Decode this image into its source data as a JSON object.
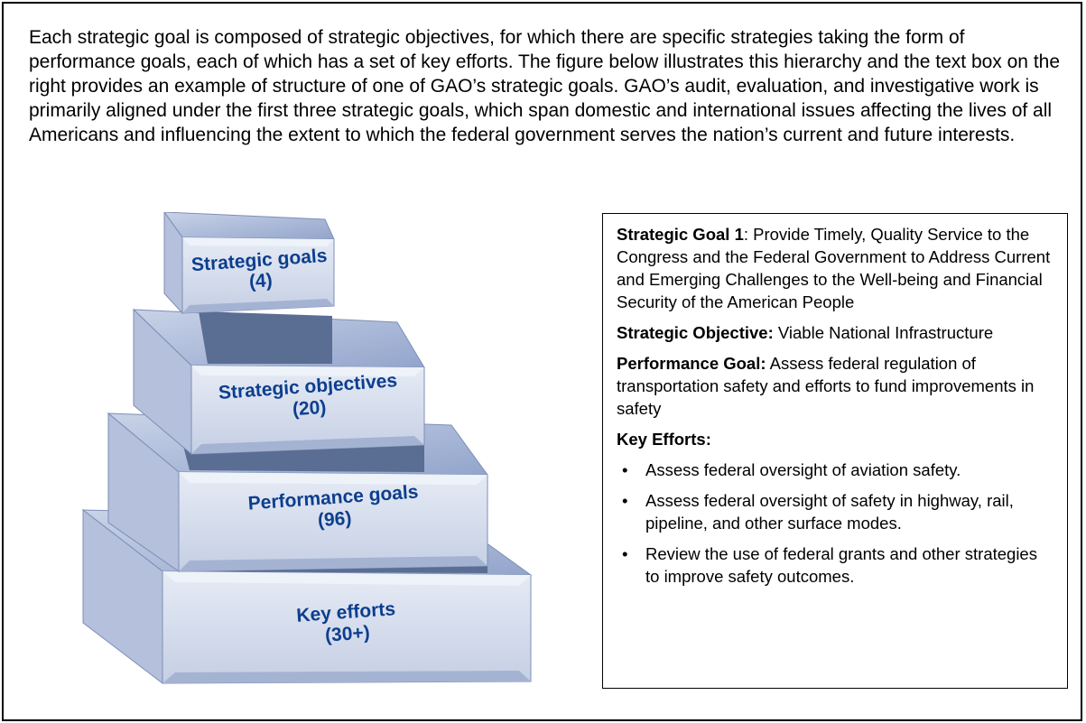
{
  "intro_text": "Each strategic goal is composed of strategic objectives, for which there are specific strategies taking the form of performance goals, each of which has a set of key efforts.  The figure below illustrates this hierarchy and the text box on the right provides an example of structure of one of GAO’s strategic goals. GAO’s audit, evaluation, and investigative work is primarily aligned under the first three strategic goals, which span domestic and international issues affecting the lives of all Americans and influencing the extent to which the federal government serves the nation’s current and future interests.",
  "pyramid": {
    "levels": [
      {
        "name": "Strategic goals",
        "count": "(4)"
      },
      {
        "name": "Strategic objectives",
        "count": "(20)"
      },
      {
        "name": "Performance goals",
        "count": "(96)"
      },
      {
        "name": "Key efforts",
        "count": "(30+)"
      }
    ]
  },
  "example_box": {
    "goal_label": "Strategic Goal 1",
    "goal_text": ": Provide Timely, Quality Service to the Congress and the Federal Government to Address Current and Emerging Challenges to the Well-being and Financial Security of the American People",
    "objective_label": "Strategic Objective:",
    "objective_text": " Viable National Infrastructure",
    "performance_label": "Performance Goal:",
    "performance_text": " Assess federal regulation of transportation safety and efforts to fund improvements in safety",
    "key_efforts_label": "Key Efforts:",
    "bullet": "•",
    "key_efforts": [
      "Assess federal oversight of aviation safety.",
      "Assess federal oversight of safety in highway, rail, pipeline, and other surface modes.",
      "Review the use of federal grants and other strategies to improve safety outcomes."
    ]
  },
  "colors": {
    "block_front": "#d4dced",
    "block_top": "#aab8d7",
    "block_dark": "#5a6d92",
    "label": "#0d3e8e"
  }
}
